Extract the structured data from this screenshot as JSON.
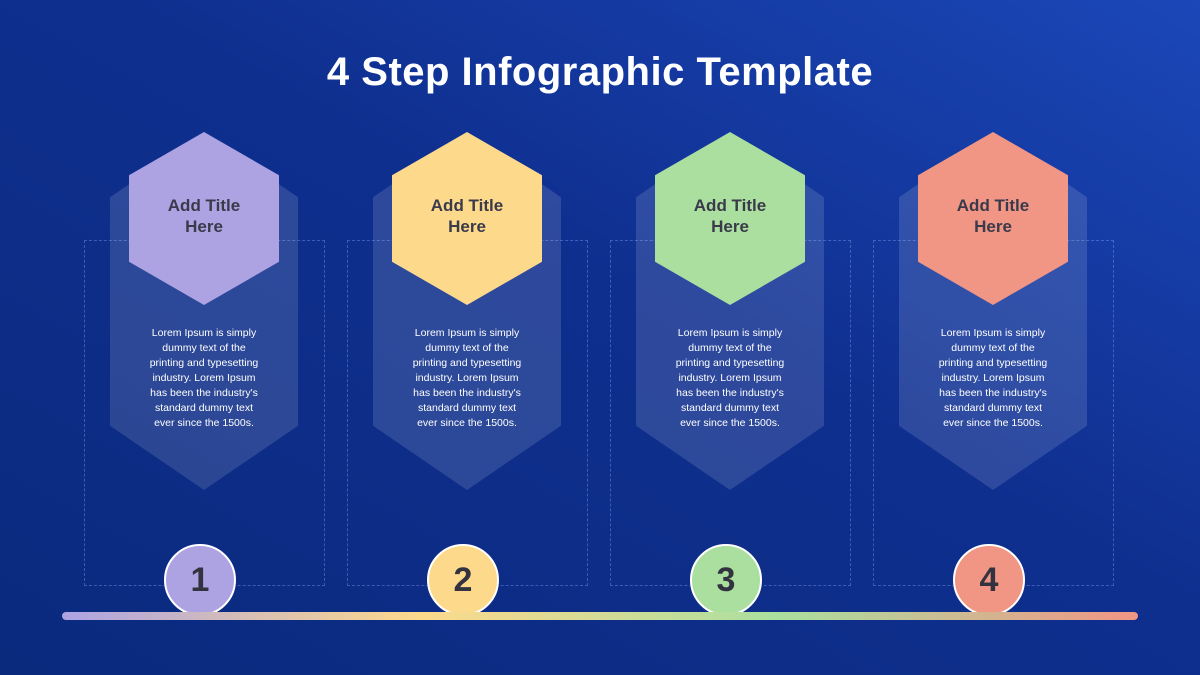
{
  "title": "4 Step Infographic Template",
  "steps": [
    {
      "number": "1",
      "title": "Add Title\nHere",
      "text": "Lorem Ipsum is simply\ndummy text of the\nprinting and typesetting\nindustry. Lorem Ipsum\nhas been the industry's\nstandard dummy text\never since the 1500s.",
      "color": "#ada3e3"
    },
    {
      "number": "2",
      "title": "Add Title\nHere",
      "text": "Lorem Ipsum is simply\ndummy text of the\nprinting and typesetting\nindustry. Lorem Ipsum\nhas been the industry's\nstandard dummy text\never since the 1500s.",
      "color": "#fdd98c"
    },
    {
      "number": "3",
      "title": "Add Title\nHere",
      "text": "Lorem Ipsum is simply\ndummy text of the\nprinting and typesetting\nindustry. Lorem Ipsum\nhas been the industry's\nstandard dummy text\never since the 1500s.",
      "color": "#aadf9f"
    },
    {
      "number": "4",
      "title": "Add Title\nHere",
      "text": "Lorem Ipsum is simply\ndummy text of the\nprinting and typesetting\nindustry. Lorem Ipsum\nhas been the industry's\nstandard dummy text\never since the 1500s.",
      "color": "#f19585"
    }
  ]
}
